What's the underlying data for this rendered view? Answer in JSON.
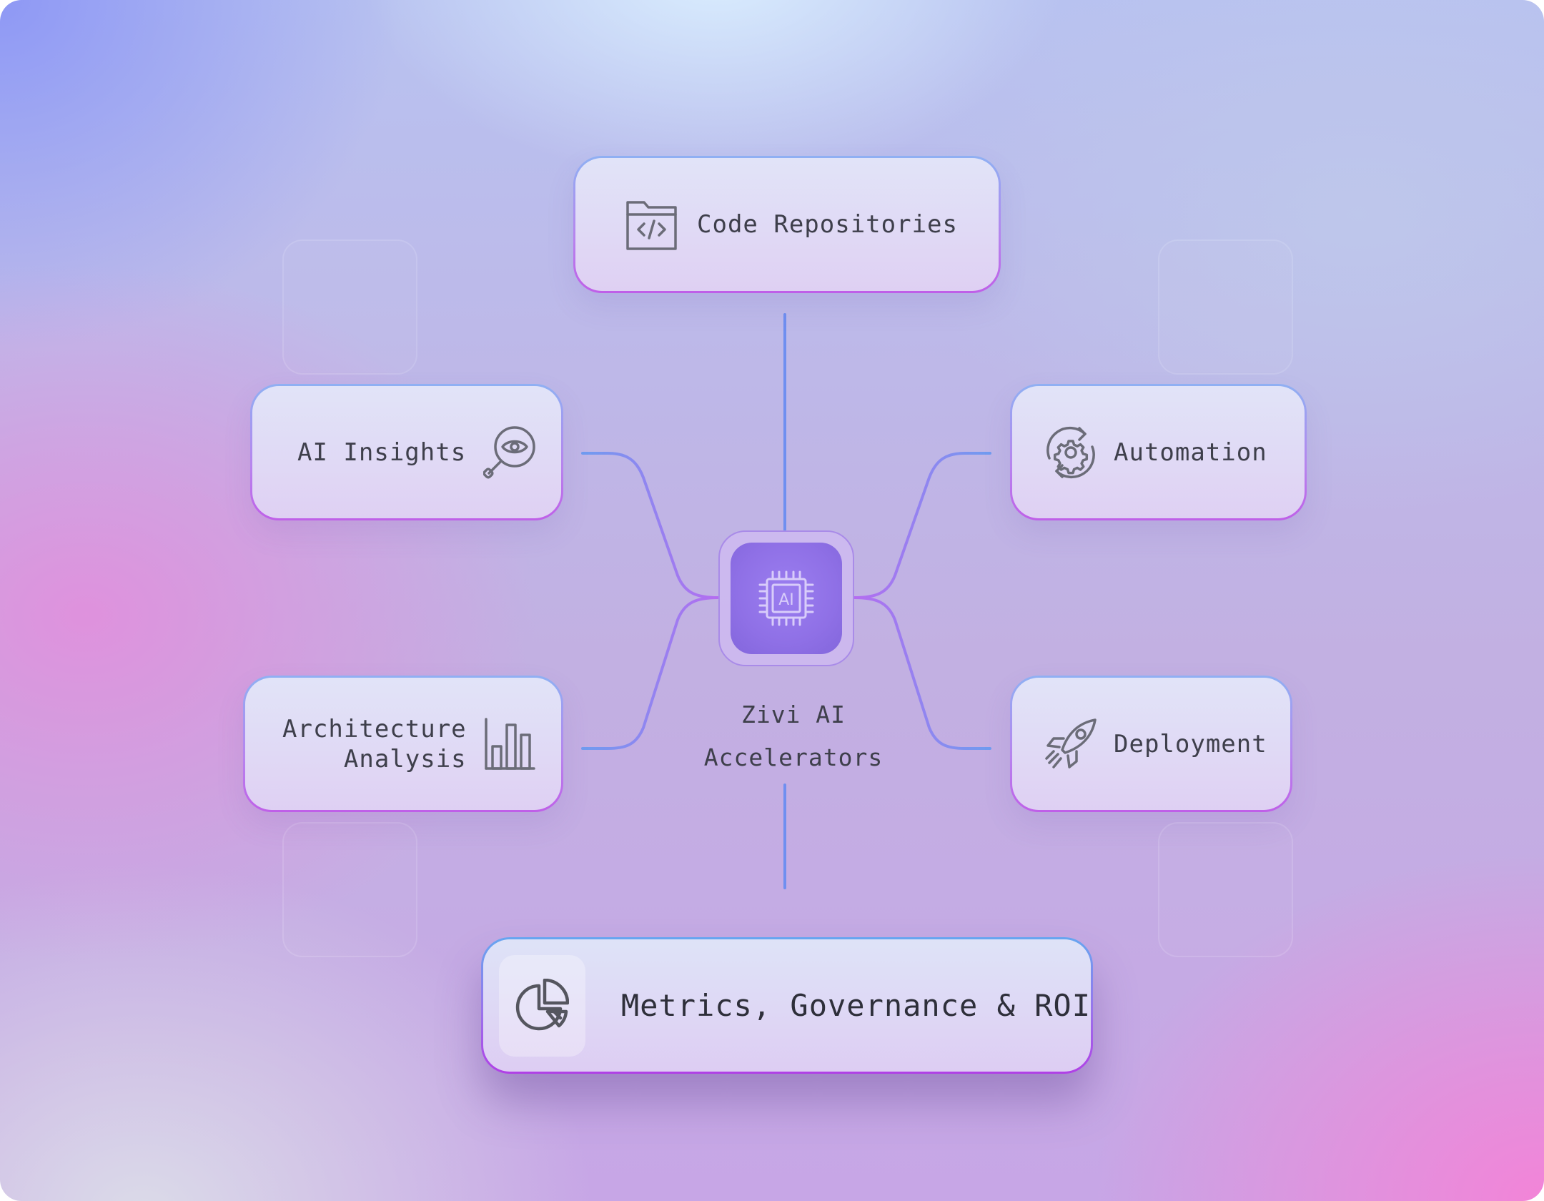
{
  "diagram": {
    "hub": {
      "icon": "ai-chip-icon",
      "icon_text": "AI",
      "label_line1": "Zivi AI",
      "label_line2": "Accelerators"
    },
    "nodes": {
      "code": {
        "label": "Code Repositories",
        "icon": "code-folder-icon"
      },
      "insights": {
        "label": "AI Insights",
        "icon": "eye-magnifier-icon"
      },
      "architecture": {
        "label": "Architecture Analysis",
        "label_line1": "Architecture",
        "label_line2": "Analysis",
        "icon": "bar-chart-icon"
      },
      "automation": {
        "label": "Automation",
        "icon": "gear-refresh-icon"
      },
      "deployment": {
        "label": "Deployment",
        "icon": "rocket-icon"
      },
      "metrics": {
        "label": "Metrics, Governance & ROI",
        "icon": "pie-chart-icon"
      }
    },
    "colors": {
      "connector_blue": "#6f8ff0",
      "connector_purple": "#b56cf0",
      "hub_chip": "#8f70e6",
      "icon_stroke": "#6b6c78",
      "text": "#3e3f4b"
    }
  }
}
